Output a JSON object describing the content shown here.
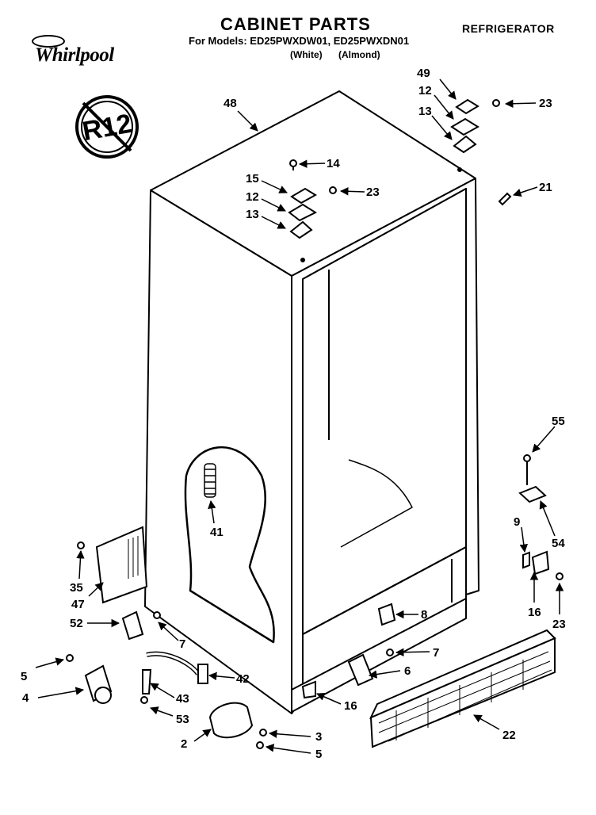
{
  "header": {
    "brand": "Whirlpool",
    "title": "CABINET PARTS",
    "models_line": "For Models: ED25PWXDW01, ED25PWXDN01",
    "color_white": "(White)",
    "color_almond": "(Almond)",
    "category": "REFRIGERATOR"
  },
  "badge": {
    "text": "R12",
    "icon": "no-r12-refrigerant-icon"
  },
  "callouts": [
    {
      "id": "c48",
      "label": "48"
    },
    {
      "id": "c49",
      "label": "49"
    },
    {
      "id": "c12a",
      "label": "12"
    },
    {
      "id": "c13a",
      "label": "13"
    },
    {
      "id": "c23a",
      "label": "23"
    },
    {
      "id": "c14",
      "label": "14"
    },
    {
      "id": "c15",
      "label": "15"
    },
    {
      "id": "c12b",
      "label": "12"
    },
    {
      "id": "c13b",
      "label": "13"
    },
    {
      "id": "c23b",
      "label": "23"
    },
    {
      "id": "c21",
      "label": "21"
    },
    {
      "id": "c55",
      "label": "55"
    },
    {
      "id": "c41",
      "label": "41"
    },
    {
      "id": "c9",
      "label": "9"
    },
    {
      "id": "c54",
      "label": "54"
    },
    {
      "id": "c35",
      "label": "35"
    },
    {
      "id": "c47",
      "label": "47"
    },
    {
      "id": "c52",
      "label": "52"
    },
    {
      "id": "c7a",
      "label": "7"
    },
    {
      "id": "c8",
      "label": "8"
    },
    {
      "id": "c16a",
      "label": "16"
    },
    {
      "id": "c23c",
      "label": "23"
    },
    {
      "id": "c7b",
      "label": "7"
    },
    {
      "id": "c6",
      "label": "6"
    },
    {
      "id": "c5a",
      "label": "5"
    },
    {
      "id": "c42",
      "label": "42"
    },
    {
      "id": "c4",
      "label": "4"
    },
    {
      "id": "c43",
      "label": "43"
    },
    {
      "id": "c16b",
      "label": "16"
    },
    {
      "id": "c53",
      "label": "53"
    },
    {
      "id": "c22",
      "label": "22"
    },
    {
      "id": "c3",
      "label": "3"
    },
    {
      "id": "c2",
      "label": "2"
    },
    {
      "id": "c5b",
      "label": "5"
    }
  ]
}
